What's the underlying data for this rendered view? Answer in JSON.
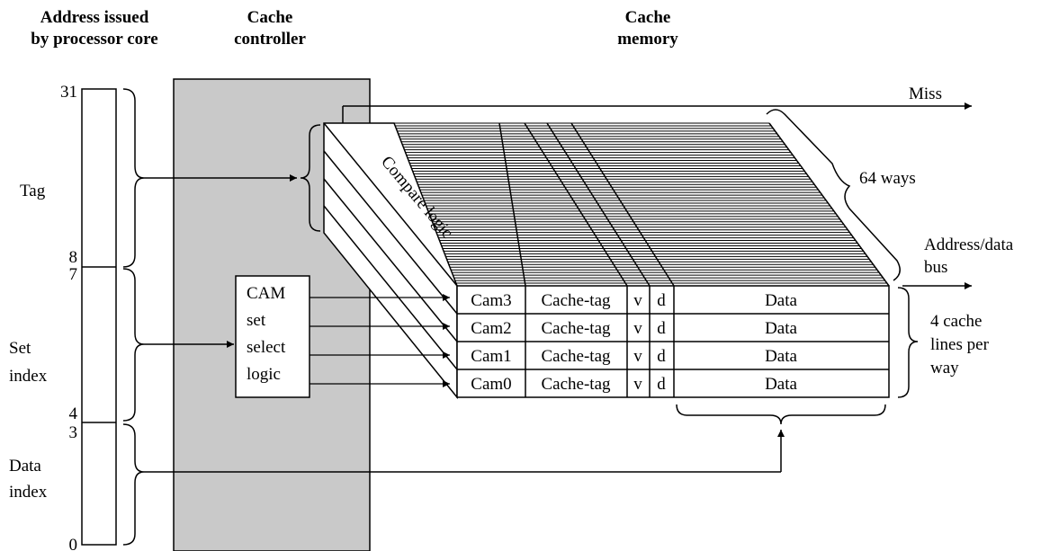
{
  "headers": {
    "address": [
      "Address issued",
      "by processor core"
    ],
    "controller": [
      "Cache",
      "controller"
    ],
    "memory": [
      "Cache",
      "memory"
    ]
  },
  "bit_labels": {
    "b31": "31",
    "b8": "8",
    "b7": "7",
    "b4": "4",
    "b3": "3",
    "b0": "0"
  },
  "fields": {
    "tag": "Tag",
    "set_index": [
      "Set",
      "index"
    ],
    "data_index": [
      "Data",
      "index"
    ]
  },
  "cam_logic": [
    "CAM",
    "set",
    "select",
    "logic"
  ],
  "compare_logic": "Compare logic",
  "miss": "Miss",
  "ways": "64 ways",
  "bus": [
    "Address/data",
    "bus"
  ],
  "lines_per_way": [
    "4 cache",
    "lines per",
    "way"
  ],
  "rows": [
    {
      "cam": "Cam3",
      "tag": "Cache-tag",
      "v": "v",
      "d": "d",
      "data": "Data"
    },
    {
      "cam": "Cam2",
      "tag": "Cache-tag",
      "v": "v",
      "d": "d",
      "data": "Data"
    },
    {
      "cam": "Cam1",
      "tag": "Cache-tag",
      "v": "v",
      "d": "d",
      "data": "Data"
    },
    {
      "cam": "Cam0",
      "tag": "Cache-tag",
      "v": "v",
      "d": "d",
      "data": "Data"
    }
  ],
  "colors": {
    "controller_fill": "#c9c9c9",
    "stroke": "#000000"
  }
}
